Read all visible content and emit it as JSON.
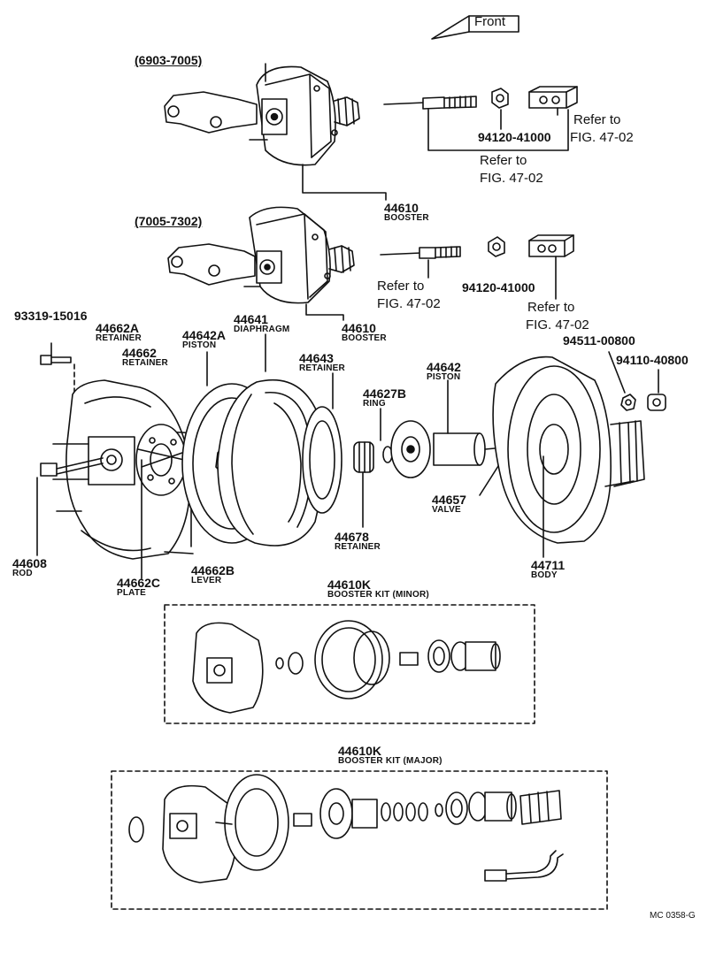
{
  "front_label": "Front",
  "ranges": {
    "early": "(6903-7005)",
    "late": "(7005-7302)"
  },
  "refs": {
    "ref_a": {
      "line1": "Refer to",
      "line2": "FIG. 47-02"
    },
    "ref_b": {
      "line1": "Refer to",
      "line2": "FIG. 47-02"
    },
    "ref_c": {
      "line1": "Refer to",
      "line2": "FIG. 47-02"
    },
    "ref_d": {
      "line1": "Refer to",
      "line2": "FIG. 47-02"
    }
  },
  "parts": {
    "p44610a": {
      "number": "44610",
      "name": "BOOSTER"
    },
    "p44610b": {
      "number": "44610",
      "name": "BOOSTER"
    },
    "p94120a": {
      "number": "94120-41000"
    },
    "p94120b": {
      "number": "94120-41000"
    },
    "p93319": {
      "number": "93319-15016"
    },
    "p44662A": {
      "number": "44662A",
      "name": "RETAINER"
    },
    "p44662": {
      "number": "44662",
      "name": "RETAINER"
    },
    "p44642A": {
      "number": "44642A",
      "name": "PISTON"
    },
    "p44641": {
      "number": "44641",
      "name": "DIAPHRAGM"
    },
    "p44643": {
      "number": "44643",
      "name": "RETAINER"
    },
    "p44627B": {
      "number": "44627B",
      "name": "RING"
    },
    "p44642": {
      "number": "44642",
      "name": "PISTON"
    },
    "p94511": {
      "number": "94511-00800"
    },
    "p94110": {
      "number": "94110-40800"
    },
    "p44657": {
      "number": "44657",
      "name": "VALVE"
    },
    "p44678": {
      "number": "44678",
      "name": "RETAINER"
    },
    "p44711": {
      "number": "44711",
      "name": "BODY"
    },
    "p44608": {
      "number": "44608",
      "name": "ROD"
    },
    "p44662C": {
      "number": "44662C",
      "name": "PLATE"
    },
    "p44662B": {
      "number": "44662B",
      "name": "LEVER"
    }
  },
  "kits": {
    "minor": {
      "number": "44610K",
      "name": "BOOSTER KIT (MINOR)"
    },
    "major": {
      "number": "44610K",
      "name": "BOOSTER KIT (MAJOR)"
    }
  },
  "figure_code": "MC 0358-G"
}
